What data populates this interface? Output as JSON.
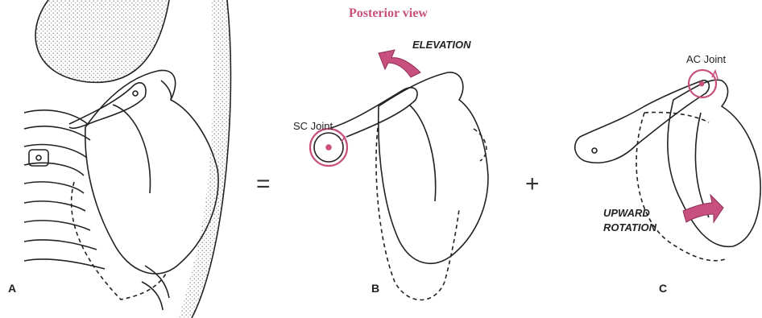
{
  "title": "Posterior view",
  "labels": {
    "sc_joint": "SC Joint",
    "ac_joint": "AC Joint",
    "elevation": "ELEVATION",
    "upward_line1": "UPWARD",
    "upward_line2": "ROTATION"
  },
  "panels": {
    "a": "A",
    "b": "B",
    "c": "C"
  },
  "operators": {
    "equals": "=",
    "plus": "+"
  },
  "colors": {
    "accent": "#c8507e",
    "ink": "#222222",
    "shade": "#8a8a8a"
  }
}
